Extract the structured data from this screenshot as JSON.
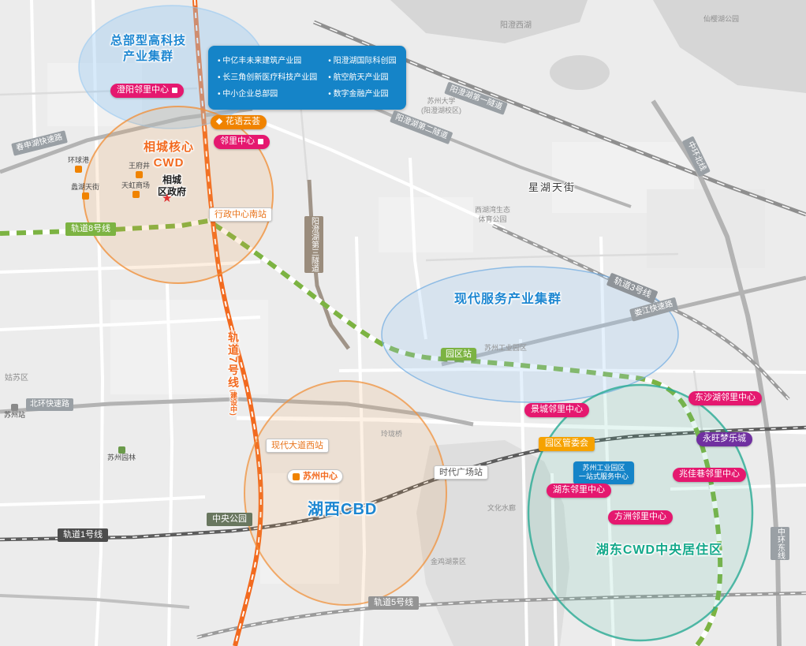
{
  "clusters": {
    "hq_tech": "总部型高科技\n产业集群",
    "xiangcheng_cwd": "相城核心\nCWD",
    "modern_service": "现代服务产业集群",
    "huxi_cbd": "湖西CBD",
    "hudong_cwd": "湖东CWD中央居住区"
  },
  "industry_panel": {
    "items_col1": [
      "中亿丰未来建筑产业园",
      "长三角创新医疗科技产业园",
      "中小企业总部园"
    ],
    "items_col2": [
      "阳澄湖国际科创园",
      "航空航天产业园",
      "数字金融产业园"
    ]
  },
  "badges": {
    "chengyang_linli": "澄阳邻里中心",
    "huayu_yunhui": "花语云荟",
    "linli_center": "邻里中心",
    "jingcheng_linli": "景城邻里中心",
    "hudong_linli": "湖东邻里中心",
    "fangzhou_linli": "方洲邻里中心",
    "zhaojiaxiang_linli": "兆佳巷邻里中心",
    "dongshahu_linli": "东沙湖邻里中心",
    "yongwang_dream_city": "永旺梦乐城",
    "sip_admin_committee": "园区管委会",
    "sip_service_center": "苏州工业园区\n一站式服务中心"
  },
  "stations": {
    "xingzheng_center_south": "行政中心南站",
    "yuanqu": "园区站",
    "shidai_guangchang": "时代广场站",
    "xiandai_dadao_west": "现代大道西站",
    "suzhou_center": "苏州中心",
    "central_park": "中央公园"
  },
  "metro": {
    "line8": "轨道8号线",
    "line7": "轨道7号线",
    "line7_note": "(建设中)",
    "line1": "轨道1号线",
    "line3": "轨道3号线",
    "line5": "轨道5号线"
  },
  "roads": {
    "chunshenhu_expwy": "春申湖快速路",
    "yangchenghu_tunnel1": "阳澄湖第一隧道",
    "yangchenghu_tunnel2": "阳澄湖第二隧道",
    "yangchenghu_tunnel3": "阳澄湖第三隧道",
    "zhonghuan_north": "中环北线",
    "beihuan_expwy": "北环快速路",
    "loujiang_expwy": "娄江快速路",
    "zhonghuan_east": "中环东线"
  },
  "places": {
    "yangcheng_west_lake": "阳澄西湖",
    "xianying_park": "仙樱湖公园",
    "suzhou_university": "苏州大学\n(阳澄湖校区)",
    "xinghu_tianjie": "星湖天街",
    "xihuwan_park": "西湖湾生态\n体育公园",
    "xiangcheng_gov": "相城\n区政府",
    "huanqiugang": "环球港",
    "wangfujing": "王府井",
    "lihu_tianjie": "蠡湖天街",
    "tianhong_mall": "天虹商场",
    "gusu_district": "姑苏区",
    "suzhou_station": "苏州站",
    "suzhou_gardens": "苏州园林",
    "linglong_bridge": "玲珑桥",
    "sip_area": "苏州工业园区",
    "wenhua_shuilang": "文化水廊",
    "jinji_lake_scenic": "金鸡湖景区"
  }
}
